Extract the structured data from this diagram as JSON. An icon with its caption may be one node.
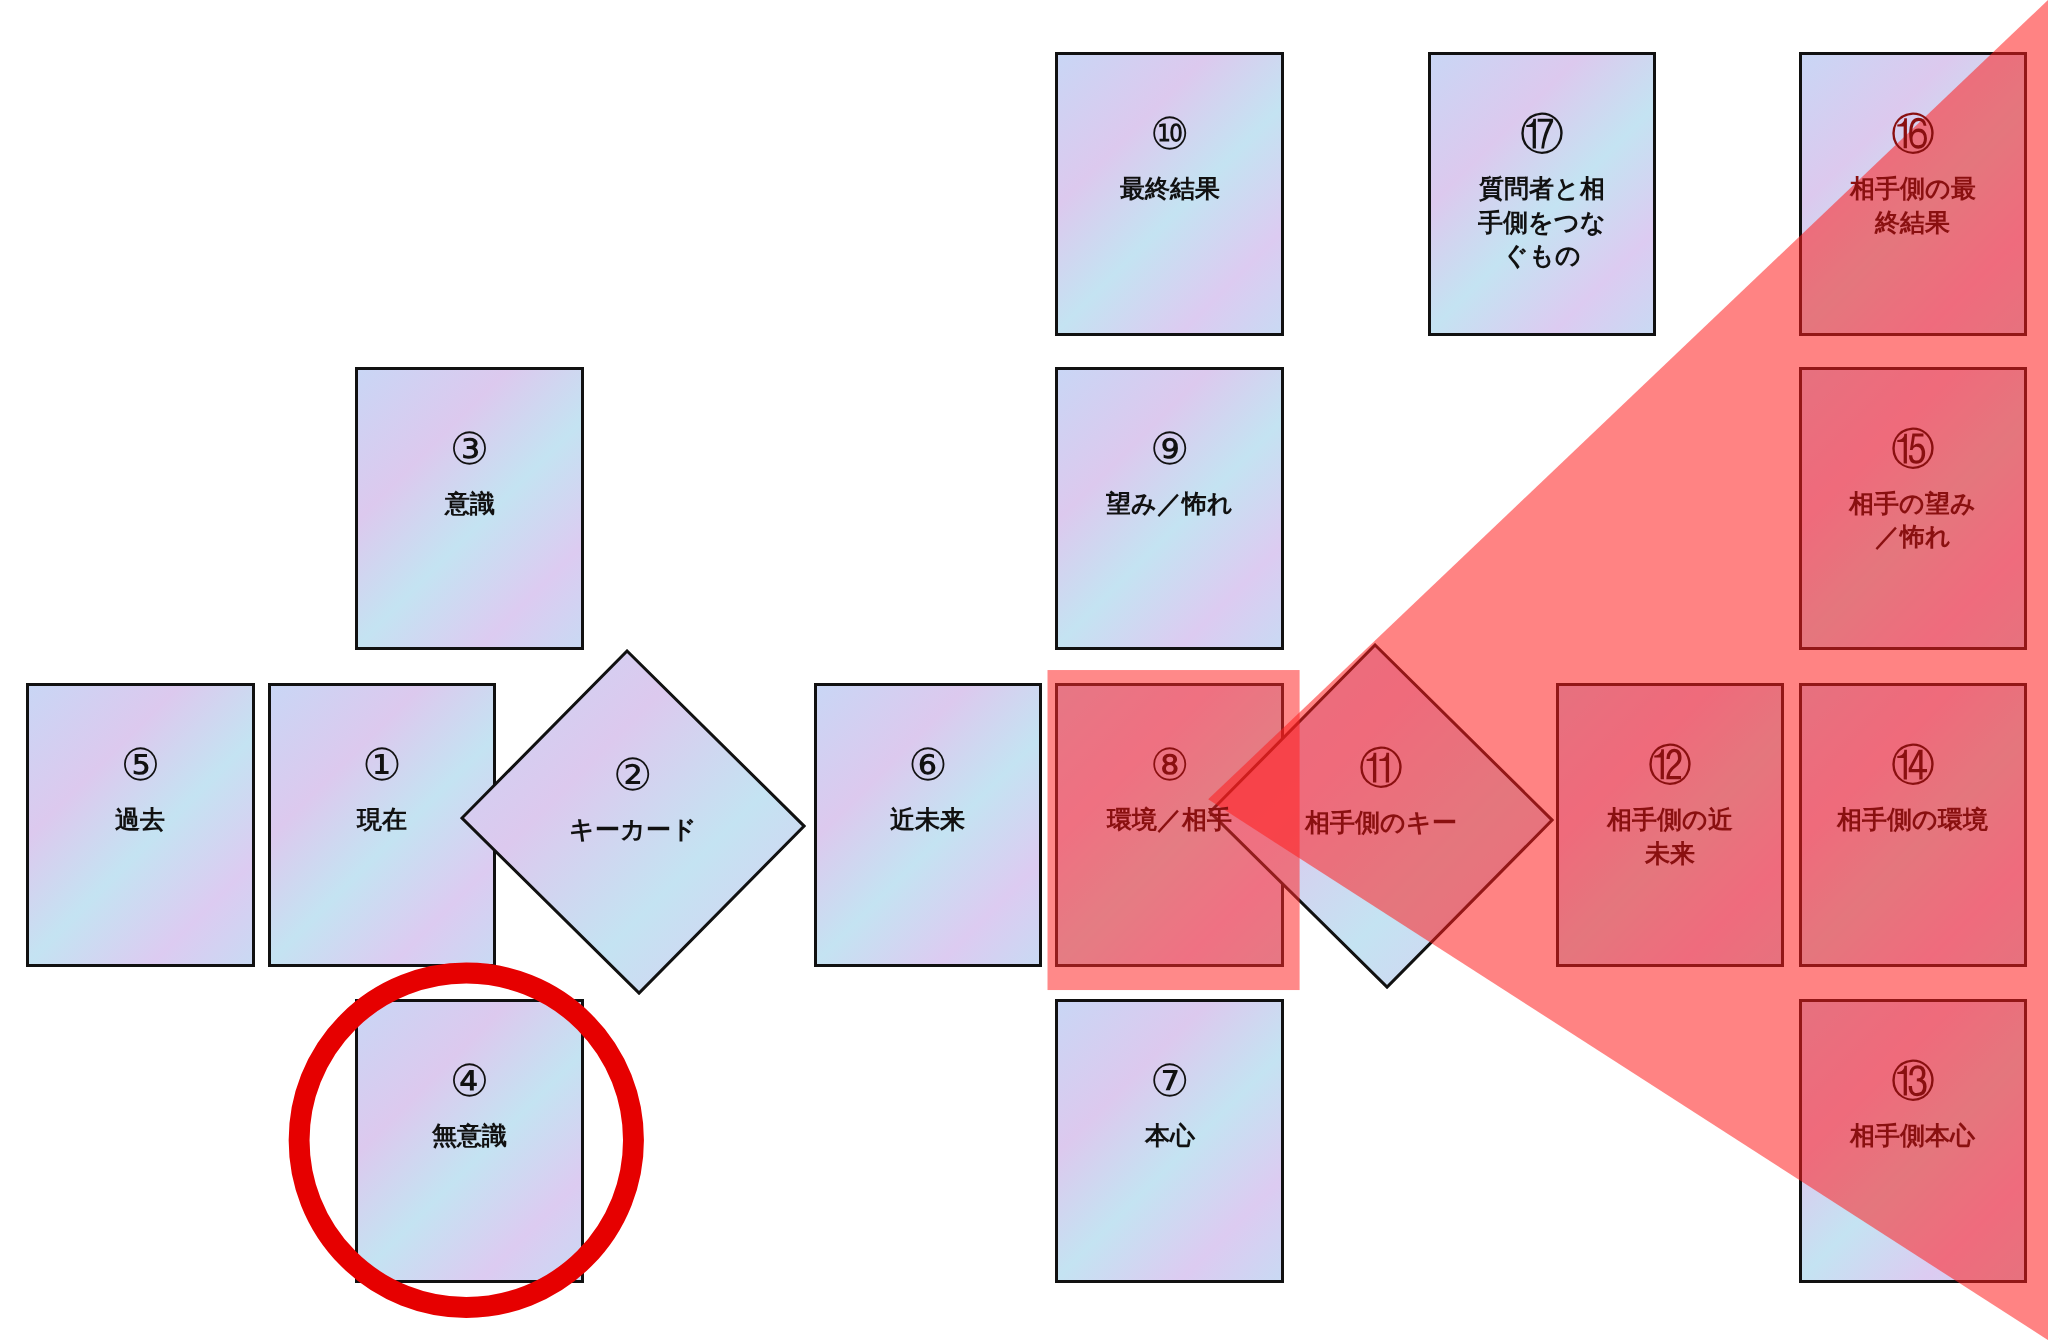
{
  "diagram": {
    "nodes": [
      {
        "text": [
          "①",
          "現在"
        ]
      },
      {
        "text": [
          "②",
          "キーカード"
        ]
      },
      {
        "text": [
          "③",
          "意識"
        ]
      },
      {
        "text": [
          "④",
          "無意識"
        ]
      },
      {
        "text": [
          "⑤",
          "過去"
        ]
      },
      {
        "text": [
          "⑥",
          "近未来"
        ]
      },
      {
        "text": [
          "⑦",
          "本心"
        ]
      },
      {
        "text": [
          "⑧",
          "環境／相手"
        ]
      },
      {
        "text": [
          "⑨",
          "望み／怖れ"
        ]
      },
      {
        "text": [
          "⑩",
          "最終結果"
        ]
      },
      {
        "text": [
          "⑪",
          "相手側のキー"
        ]
      },
      {
        "text": [
          "⑫",
          "相手側の近未来"
        ]
      },
      {
        "text": [
          "⑬",
          "相手側本心"
        ]
      },
      {
        "text": [
          "⑭",
          "相手側の環境"
        ]
      },
      {
        "text": [
          "⑮",
          "相手の望み／怖れ"
        ]
      },
      {
        "text": [
          "⑯",
          "相手側の最終結果"
        ]
      },
      {
        "text": [
          "⑰",
          "質問者と相手側をつなぐもの"
        ]
      }
    ]
  }
}
